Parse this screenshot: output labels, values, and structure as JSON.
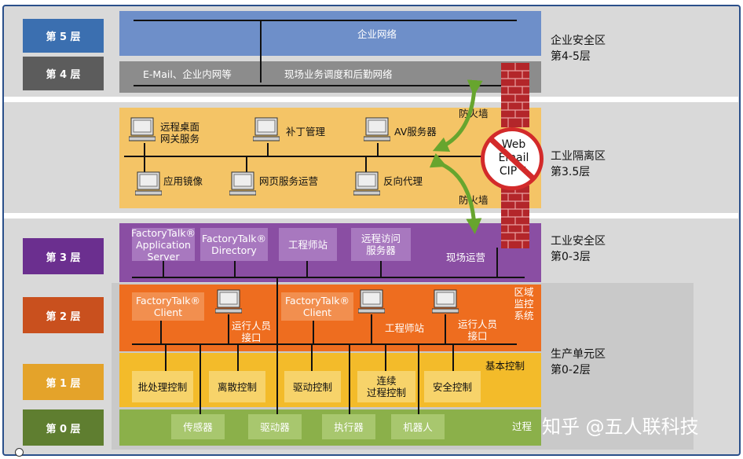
{
  "levels": {
    "l5": "第 5 层",
    "l4": "第 4 层",
    "l3": "第 3 层",
    "l2": "第 2 层",
    "l1": "第 1 层",
    "l0": "第 0 层"
  },
  "zones": {
    "enterprise": "企业安全区\n第4-5层",
    "dmz": "工业隔离区\n第3.5层",
    "industrial": "工业安全区\n第0-3层",
    "cell": "生产单元区\n第0-2层"
  },
  "level5": {
    "network": "企业网络"
  },
  "level4": {
    "email": "E-Mail、企业内网等",
    "sched": "现场业务调度和后勤网络"
  },
  "dmz": {
    "rdg": "远程桌面\n网关服务",
    "patch": "补丁管理",
    "av": "AV服务器",
    "mirror": "应用镜像",
    "web": "网页服务运营",
    "proxy": "反向代理"
  },
  "firewall": {
    "top_label": "防火墙",
    "bottom_label": "防火墙",
    "blocked": "Web\nEmail\nCIP™"
  },
  "level3": {
    "ft_app": "FactoryTalk®\nApplication\nServer",
    "ft_dir": "FactoryTalk®\nDirectory",
    "eng": "工程师站",
    "remote": "远程访问\n服务器",
    "ops": "现场运营"
  },
  "level2": {
    "client1": "FactoryTalk®\nClient",
    "hmi1": "运行人员\n接口",
    "client2": "FactoryTalk®\nClient",
    "eng2": "工程师站",
    "hmi2": "运行人员\n接口",
    "area": "区域\n监控\n系统"
  },
  "level1": {
    "batch": "批处理控制",
    "discrete": "离散控制",
    "drive": "驱动控制",
    "continuous": "连续\n过程控制",
    "safety": "安全控制",
    "basic": "基本控制"
  },
  "level0": {
    "sensor": "传感器",
    "driver": "驱动器",
    "actuator": "执行器",
    "robot": "机器人",
    "process": "过程"
  },
  "watermark": "知乎 @五人联科技",
  "colors": {
    "level5": "#3b6fb0",
    "level4": "#5c5c5c",
    "level3": "#6b2f8f",
    "level2": "#c9501e",
    "level1": "#e4a32a",
    "level0": "#5f7e30",
    "enterprise_bg": "#6e8fc9",
    "dmz_bg": "#f4c466",
    "industrial_bg": "#8a4ea3",
    "cell_orange": "#ee6d1f",
    "cell_yellow": "#f3bb2a",
    "cell_green": "#8bb04a",
    "firewall": "#b3262a",
    "arrow": "#67a52e"
  },
  "icons": [
    "computer-icon",
    "firewall-brick-icon",
    "no-entry-sign-icon",
    "bidirectional-arrow-icon"
  ]
}
